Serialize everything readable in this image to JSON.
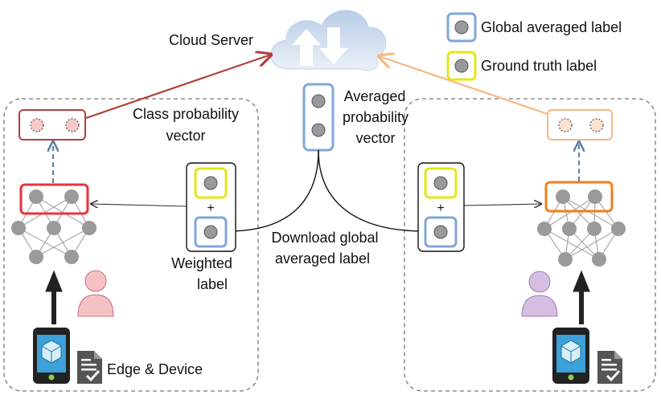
{
  "labels": {
    "cloud_server": "Cloud Server",
    "class_probability_line1": "Class probability",
    "class_probability_line2": "vector",
    "averaged_line1": "Averaged",
    "averaged_line2": "probability",
    "averaged_line3": "vector",
    "download_line1": "Download global",
    "download_line2": "averaged label",
    "weighted_line1": "Weighted",
    "weighted_line2": "label",
    "edge_device": "Edge & Device",
    "plus": "+"
  },
  "legend": {
    "global_averaged": "Global averaged label",
    "ground_truth": "Ground truth label"
  },
  "colors": {
    "blue": "#7fa7d9",
    "yellow": "#e6e619",
    "red_box": "#e8323c",
    "orange_box": "#f07f1a",
    "dark_red": "#b0413e",
    "light_orange": "#f7b880",
    "node": "#9a9a9a",
    "person_left": "#f4c2c2",
    "person_right": "#d7bde2",
    "cloud_top": "#b9cde8",
    "cloud_bottom": "#eaf0f8",
    "phone_screen": "#3ea0d8"
  },
  "icons": [
    "cloud-icon",
    "user-icon",
    "smartphone-icon",
    "document-check-icon"
  ]
}
